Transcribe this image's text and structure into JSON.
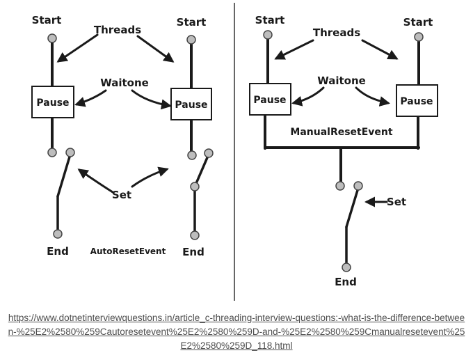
{
  "left_diagram": {
    "start_left": "Start",
    "start_right": "Start",
    "threads_label": "Threads",
    "waitone_label": "Waitone",
    "pause_left": "Pause",
    "pause_right": "Pause",
    "set_label": "Set",
    "end_left": "End",
    "end_right": "End",
    "event_label": "AutoResetEvent"
  },
  "right_diagram": {
    "start_left": "Start",
    "start_right": "Start",
    "threads_label": "Threads",
    "waitone_label": "Waitone",
    "pause_left": "Pause",
    "pause_right": "Pause",
    "event_label": "ManualResetEvent",
    "set_label": "Set",
    "end_label": "End"
  },
  "source": {
    "url_text": "https://www.dotnetinterviewquestions.in/article_c-threading-interview-questions:-what-is-the-difference-between-%25E2%2580%259Cautoresetevent%25E2%2580%259D-and-%25E2%2580%259Cmanualresetevent%25E2%2580%259D_118.html"
  }
}
